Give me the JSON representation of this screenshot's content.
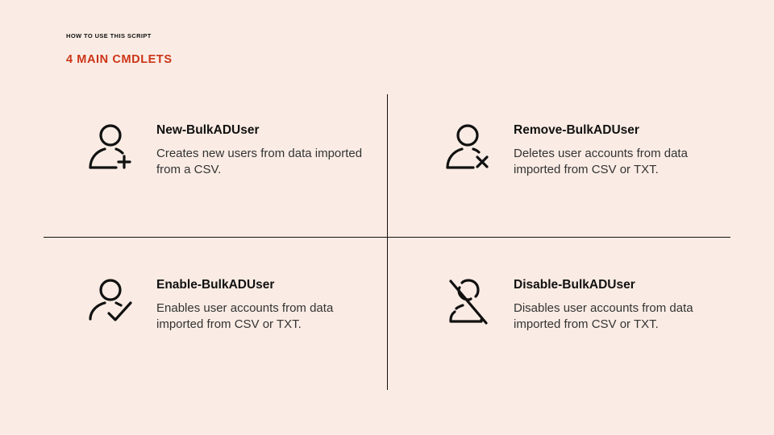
{
  "slide": {
    "eyebrow": "HOW TO USE THIS SCRIPT",
    "heading": "4 MAIN CMDLETS",
    "accent_color": "#cc3418",
    "background_color": "#faece4"
  },
  "cmdlets": [
    {
      "icon": "user-add-icon",
      "title": "New-BulkADUser",
      "description": "Creates new users from data imported from a CSV."
    },
    {
      "icon": "user-remove-icon",
      "title": "Remove-BulkADUser",
      "description": "Deletes user accounts from data imported from CSV or TXT."
    },
    {
      "icon": "user-check-icon",
      "title": "Enable-BulkADUser",
      "description": "Enables user accounts from data imported from CSV or TXT."
    },
    {
      "icon": "user-disabled-icon",
      "title": "Disable-BulkADUser",
      "description": "Disables user accounts from data imported from CSV or TXT."
    }
  ]
}
